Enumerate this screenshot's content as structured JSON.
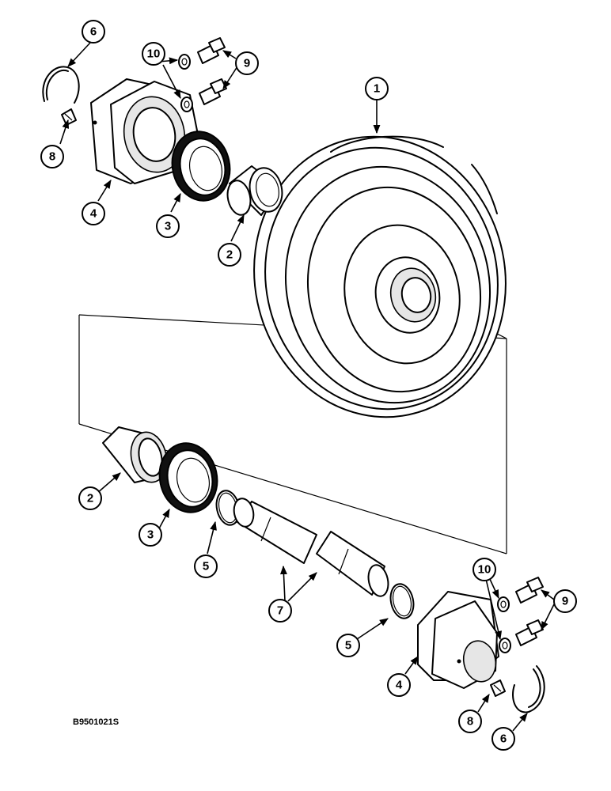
{
  "figure_code": "B9501021S",
  "callouts": [
    {
      "id": "c1",
      "number": "1"
    },
    {
      "id": "c2a",
      "number": "2"
    },
    {
      "id": "c2b",
      "number": "2"
    },
    {
      "id": "c3a",
      "number": "3"
    },
    {
      "id": "c3b",
      "number": "3"
    },
    {
      "id": "c4a",
      "number": "4"
    },
    {
      "id": "c4b",
      "number": "4"
    },
    {
      "id": "c5a",
      "number": "5"
    },
    {
      "id": "c5b",
      "number": "5"
    },
    {
      "id": "c6a",
      "number": "6"
    },
    {
      "id": "c6b",
      "number": "6"
    },
    {
      "id": "c7",
      "number": "7"
    },
    {
      "id": "c8a",
      "number": "8"
    },
    {
      "id": "c8b",
      "number": "8"
    },
    {
      "id": "c9a",
      "number": "9"
    },
    {
      "id": "c9b",
      "number": "9"
    },
    {
      "id": "c10a",
      "number": "10"
    },
    {
      "id": "c10b",
      "number": "10"
    }
  ]
}
